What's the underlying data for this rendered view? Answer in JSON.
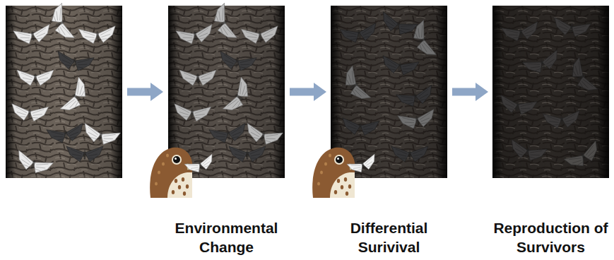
{
  "diagram": {
    "nodes": [
      {
        "text": [
          "Environmental Change"
        ]
      },
      {
        "text": [
          "Differential Surivival"
        ]
      },
      {
        "text": [
          "Reproduction of Survivors"
        ]
      }
    ],
    "edges": [
      {
        "from": 0,
        "to": 1,
        "arrow": "to"
      },
      {
        "from": 1,
        "to": 2,
        "arrow": "to"
      }
    ]
  }
}
